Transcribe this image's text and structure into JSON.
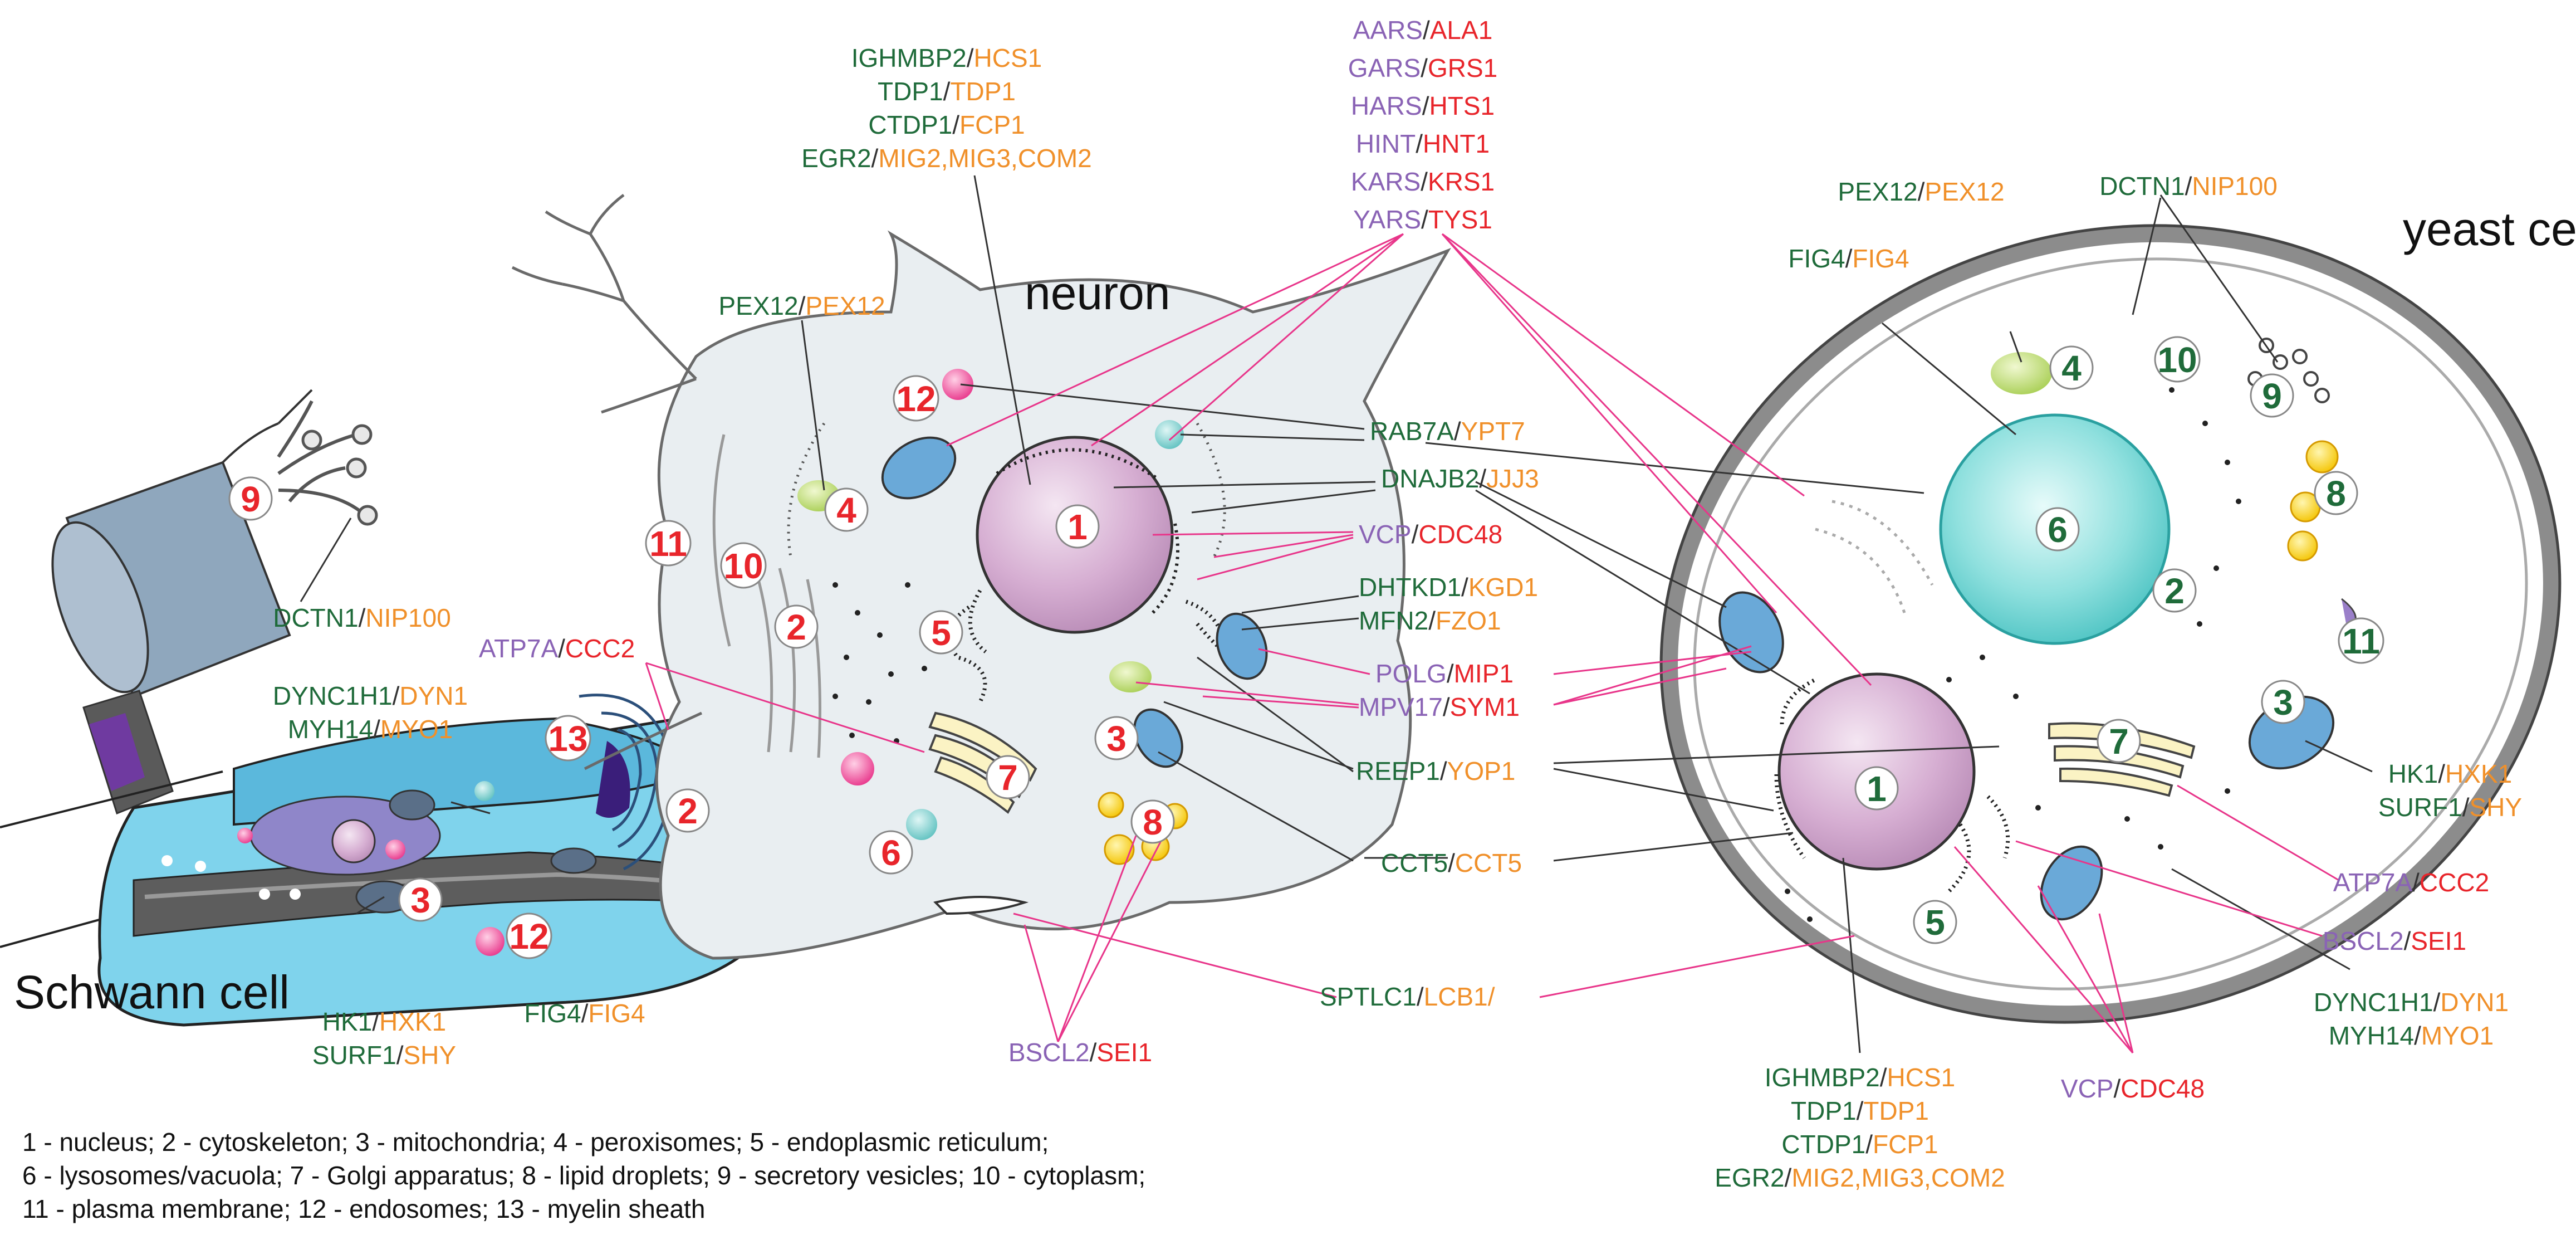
{
  "colors": {
    "human_gene": "#1f6b3a",
    "yeast_gene": "#f0902a",
    "human_aars": "#8a63b5",
    "yeast_red": "#e8252b",
    "line_gray": "#333333",
    "line_pink": "#e8358a",
    "cell_fill": "#e9eef1",
    "nucleus": "#c9a0c9",
    "mito": "#6aa9d8",
    "schwann": "#7fd3ec",
    "yeast_wall": "#8c8c8c",
    "vacuole": "#5fd0cf"
  },
  "titles": {
    "neuron": "neuron",
    "yeast": "yeast cell",
    "schwann": "Schwann cell"
  },
  "legend": {
    "line1": "1 - nucleus; 2 - cytoskeleton; 3 - mitochondria; 4 - peroxisomes; 5 - endoplasmic reticulum;",
    "line2": "6 - lysosomes/vacuola; 7 - Golgi apparatus; 8 - lipid droplets; 9 - secretory vesicles; 10 - cytoplasm;",
    "line3": "11 - plasma membrane; 12 - endosomes; 13 - myelin sheath"
  },
  "labels": {
    "ighmbp2_top": {
      "h": "IGHMBP2",
      "y": "HCS1"
    },
    "tdp1_top": {
      "h": "TDP1",
      "y": "TDP1"
    },
    "ctdp1_top": {
      "h": "CTDP1",
      "y": "FCP1"
    },
    "egr2_top": {
      "h": "EGR2",
      "y": "MIG2,MIG3,COM2"
    },
    "aars": {
      "h": "AARS",
      "y": "ALA1"
    },
    "gars": {
      "h": "GARS",
      "y": "GRS1"
    },
    "hars": {
      "h": "HARS",
      "y": "HTS1"
    },
    "hint": {
      "h": "HINT",
      "y": "HNT1"
    },
    "kars": {
      "h": "KARS",
      "y": "KRS1"
    },
    "yars": {
      "h": "YARS",
      "y": "TYS1"
    },
    "pex12_neuron": {
      "h": "PEX12",
      "y": "PEX12"
    },
    "pex12_yeast": {
      "h": "PEX12",
      "y": "PEX12"
    },
    "dctn1_yeast": {
      "h": "DCTN1",
      "y": "NIP100"
    },
    "fig4_yeast": {
      "h": "FIG4",
      "y": "FIG4"
    },
    "rab7a": {
      "h": "RAB7A",
      "y": "YPT7"
    },
    "dnajb2": {
      "h": "DNAJB2",
      "y": "JJJ3"
    },
    "vcp_mid": {
      "h": "VCP",
      "y": "CDC48"
    },
    "dhtkd1": {
      "h": "DHTKD1",
      "y": "KGD1"
    },
    "mfn2": {
      "h": "MFN2",
      "y": "FZO1"
    },
    "polg": {
      "h": "POLG",
      "y": "MIP1"
    },
    "mpv17": {
      "h": "MPV17",
      "y": "SYM1"
    },
    "reep1": {
      "h": "REEP1",
      "y": "YOP1"
    },
    "cct5": {
      "h": "CCT5",
      "y": "CCT5"
    },
    "sptlc1": {
      "h": "SPTLC1",
      "y": "LCB1/"
    },
    "bscl2_neuron": {
      "h": "BSCL2",
      "y": "SEI1"
    },
    "dctn1_schwann": {
      "h": "DCTN1",
      "y": "NIP100"
    },
    "atp7a_left": {
      "h": "ATP7A",
      "y": "CCC2"
    },
    "dync1h1_left": {
      "h": "DYNC1H1",
      "y": "DYN1"
    },
    "myh14_left": {
      "h": "MYH14",
      "y": "MYO1"
    },
    "hk1_left": {
      "h": "HK1",
      "y": "HXK1"
    },
    "surf1_left": {
      "h": "SURF1",
      "y": "SHY"
    },
    "fig4_left": {
      "h": "FIG4",
      "y": "FIG4"
    },
    "hk1_right": {
      "h": "HK1",
      "y": "HXK1"
    },
    "surf1_right": {
      "h": "SURF1",
      "y": "SHY"
    },
    "atp7a_right": {
      "h": "ATP7A",
      "y": "CCC2"
    },
    "bscl2_right": {
      "h": "BSCL2",
      "y": "SEI1"
    },
    "dync1h1_right": {
      "h": "DYNC1H1",
      "y": "DYN1"
    },
    "myh14_right": {
      "h": "MYH14",
      "y": "MYO1"
    },
    "vcp_bottom": {
      "h": "VCP",
      "y": "CDC48"
    },
    "ighmbp2_bottom": {
      "h": "IGHMBP2",
      "y": "HCS1"
    },
    "tdp1_bottom": {
      "h": "TDP1",
      "y": "TDP1"
    },
    "ctdp1_bottom": {
      "h": "CTDP1",
      "y": "FCP1"
    },
    "egr2_bottom": {
      "h": "EGR2",
      "y": "MIG2,MIG3,COM2"
    }
  },
  "numbers": {
    "neuron": {
      "nucleus": "1",
      "cytoskeleton": "2",
      "mitochondria": "3",
      "peroxisomes": "4",
      "er": "5",
      "lysosomes": "6",
      "golgi": "7",
      "lipid": "8",
      "cytoplasm": "10",
      "membrane": "11",
      "endosomes": "12"
    },
    "schwann": {
      "cytoskeleton": "2",
      "mitochondria": "3",
      "secretory": "9",
      "endosomes": "12",
      "myelin": "13"
    },
    "yeast": {
      "nucleus": "1",
      "cytoskeleton": "2",
      "mitochondria": "3",
      "peroxisomes": "4",
      "er": "5",
      "vacuole": "6",
      "golgi": "7",
      "lipid": "8",
      "secretory": "9",
      "cytoplasm": "10",
      "membrane": "11"
    }
  }
}
